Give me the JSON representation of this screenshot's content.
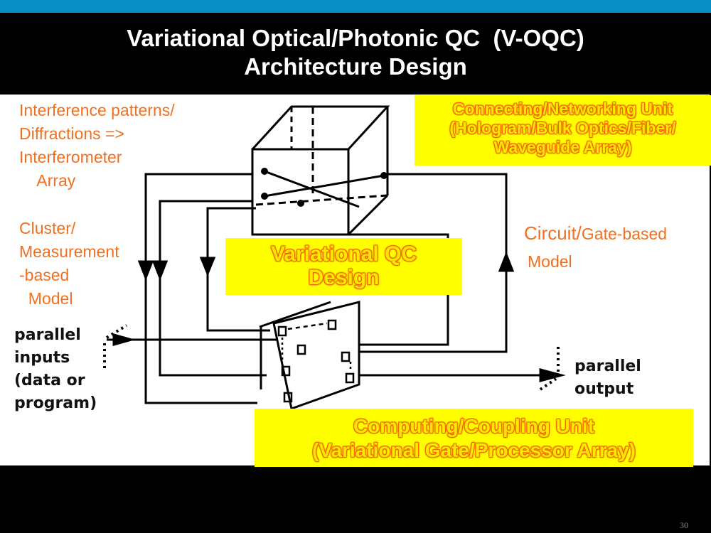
{
  "title": {
    "line1": "Variational Optical/Photonic QC  (V-OQC)",
    "line2": "Architecture Design"
  },
  "labels": {
    "interference": "Interference patterns/\nDiffractions =>\nInterferometer\n    Array",
    "cluster": "Cluster/\nMeasurement\n-based\n  Model",
    "circuit_a": "Circuit/",
    "circuit_b": "Gate-based",
    "circuit_c": "Model"
  },
  "boxes": {
    "connecting": "Connecting/Networking Unit\n(Hologram/Bulk Optics/Fiber/\nWaveguide Array)",
    "variational": "Variational QC\nDesign",
    "computing": "Computing/Coupling Unit\n(Variational Gate/Processor Array)"
  },
  "diagram": {
    "inputs": "parallel\ninputs\n(data or\nprogram)",
    "output": "parallel\noutput"
  },
  "page_number": "30",
  "colors": {
    "accent_bar": "#0a8fc4",
    "label_orange": "#f07020",
    "highlight": "#ffff00"
  }
}
